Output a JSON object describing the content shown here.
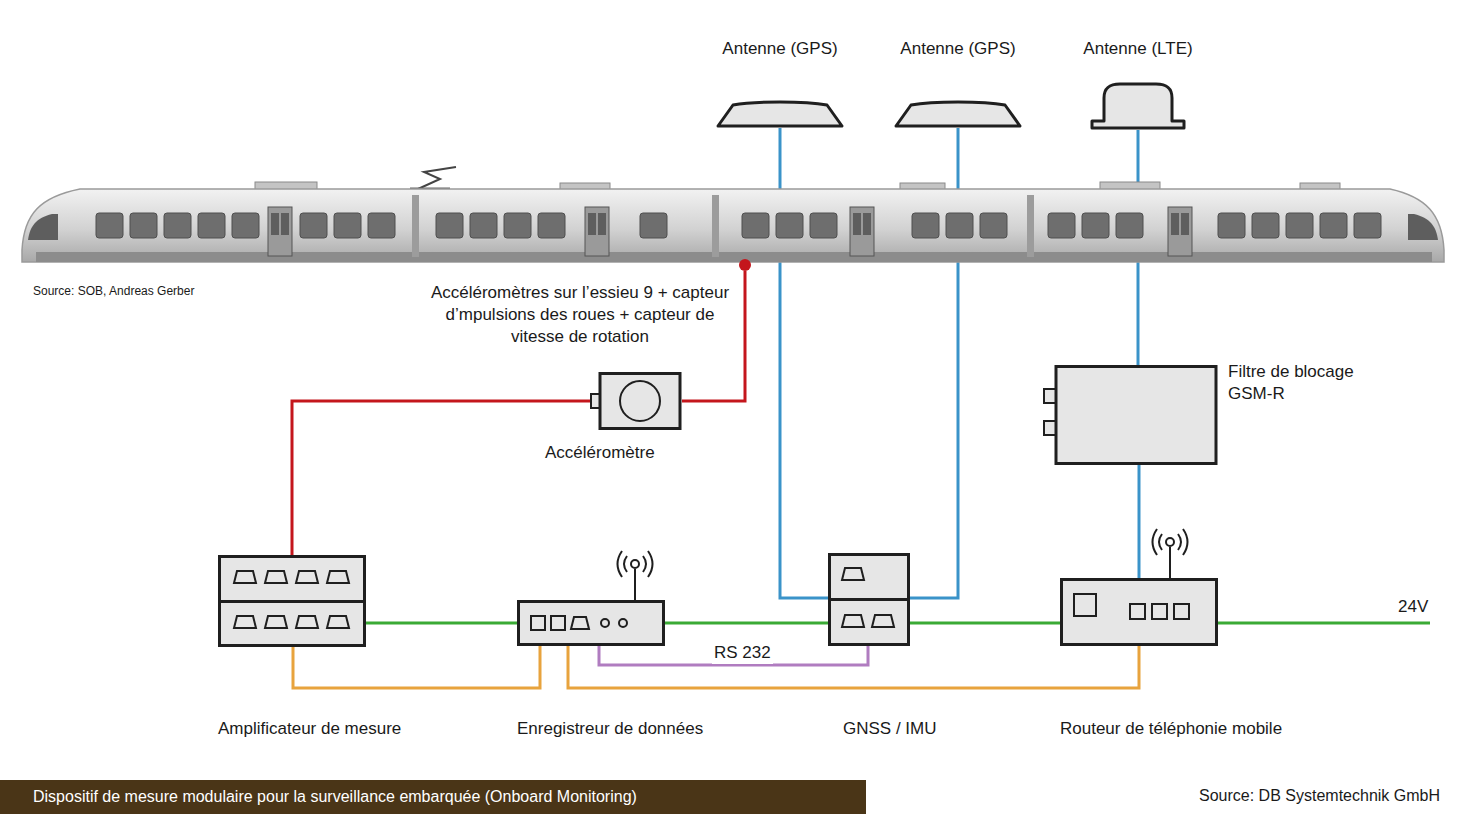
{
  "diagram": {
    "caption": "Dispositif de mesure modulaire pour la surveillance embarquée (Onboard Monitoring)",
    "nodes": [
      {
        "text": [
          "Antenne (GPS)"
        ]
      },
      {
        "text": [
          "Antenne (GPS)"
        ]
      },
      {
        "text": [
          "Antenne (LTE)"
        ]
      },
      {
        "text": [
          "Accéléromètres sur l’essieu 9 + capteur d’mpulsions des roues + capteur de vitesse de rotation"
        ]
      },
      {
        "text": [
          "Accéléromètre"
        ]
      },
      {
        "text": [
          "Filtre de blocage GSM-R"
        ]
      },
      {
        "text": [
          "Amplificateur de mesure"
        ]
      },
      {
        "text": [
          "Enregistreur de données"
        ]
      },
      {
        "text": [
          "GNSS / IMU"
        ]
      },
      {
        "text": [
          "Routeur de téléphonie mobile"
        ]
      }
    ],
    "edges": [
      {
        "from": 0,
        "to": 8,
        "arrow": "none"
      },
      {
        "from": 1,
        "to": 8,
        "arrow": "none"
      },
      {
        "from": 2,
        "to": 5,
        "arrow": "none"
      },
      {
        "from": 5,
        "to": 9,
        "arrow": "none"
      },
      {
        "from": 3,
        "to": 4,
        "arrow": "none"
      },
      {
        "from": 4,
        "to": 6,
        "arrow": "none"
      },
      {
        "from": 6,
        "to": 7,
        "arrow": "none"
      },
      {
        "from": 7,
        "to": 8,
        "arrow": "none"
      },
      {
        "from": 7,
        "to": 8,
        "label": "RS 232",
        "arrow": "none"
      },
      {
        "from": 8,
        "to": 9,
        "arrow": "none"
      },
      {
        "from": 6,
        "to": 7,
        "arrow": "none"
      },
      {
        "from": 7,
        "to": 9,
        "arrow": "none"
      }
    ],
    "labels": [
      "Source: SOB, Andreas Gerber",
      "24V",
      "Source: DB Systemtechnik GmbH"
    ]
  }
}
